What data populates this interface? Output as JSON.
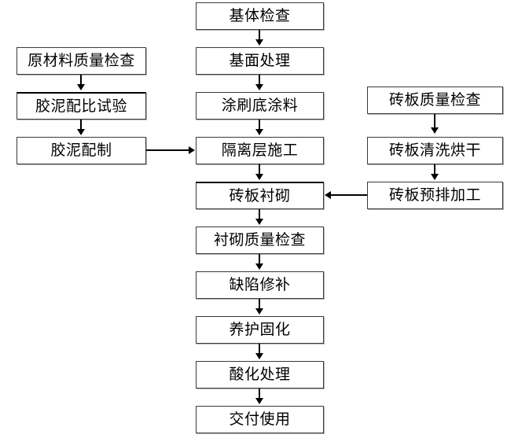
{
  "diagram": {
    "type": "flowchart",
    "orientation": "top-to-bottom",
    "background_color": "#ffffff",
    "box_border_color": "#3a3a3a",
    "text_color": "#000000",
    "arrow_color": "#000000",
    "columns": {
      "left": {
        "name": "raw-material-column",
        "nodes": [
          {
            "id": "L1",
            "label": "原材料质量检查"
          },
          {
            "id": "L2",
            "label": "胶泥配比试验"
          },
          {
            "id": "L3",
            "label": "胶泥配制"
          }
        ]
      },
      "center": {
        "name": "main-process-column",
        "nodes": [
          {
            "id": "C1",
            "label": "基体检查"
          },
          {
            "id": "C2",
            "label": "基面处理"
          },
          {
            "id": "C3",
            "label": "涂刷底涂料"
          },
          {
            "id": "C4",
            "label": "隔离层施工"
          },
          {
            "id": "C5",
            "label": "砖板衬砌"
          },
          {
            "id": "C6",
            "label": "衬砌质量检查"
          },
          {
            "id": "C7",
            "label": "缺陷修补"
          },
          {
            "id": "C8",
            "label": "养护固化"
          },
          {
            "id": "C9",
            "label": "酸化处理"
          },
          {
            "id": "C10",
            "label": "交付使用"
          }
        ]
      },
      "right": {
        "name": "tile-board-column",
        "nodes": [
          {
            "id": "R1",
            "label": "砖板质量检查"
          },
          {
            "id": "R2",
            "label": "砖板清洗烘干"
          },
          {
            "id": "R3",
            "label": "砖板预排加工"
          }
        ]
      }
    },
    "edges": [
      {
        "from": "C1",
        "to": "C2",
        "direction": "down"
      },
      {
        "from": "C2",
        "to": "C3",
        "direction": "down"
      },
      {
        "from": "C3",
        "to": "C4",
        "direction": "down"
      },
      {
        "from": "C4",
        "to": "C5",
        "direction": "down"
      },
      {
        "from": "C5",
        "to": "C6",
        "direction": "down"
      },
      {
        "from": "C6",
        "to": "C7",
        "direction": "down"
      },
      {
        "from": "C7",
        "to": "C8",
        "direction": "down"
      },
      {
        "from": "C8",
        "to": "C9",
        "direction": "down"
      },
      {
        "from": "C9",
        "to": "C10",
        "direction": "down"
      },
      {
        "from": "L1",
        "to": "L2",
        "direction": "down"
      },
      {
        "from": "L2",
        "to": "L3",
        "direction": "down"
      },
      {
        "from": "L3",
        "to": "C4",
        "direction": "right"
      },
      {
        "from": "R1",
        "to": "R2",
        "direction": "down"
      },
      {
        "from": "R2",
        "to": "R3",
        "direction": "down"
      },
      {
        "from": "R3",
        "to": "C5",
        "direction": "left"
      }
    ]
  }
}
